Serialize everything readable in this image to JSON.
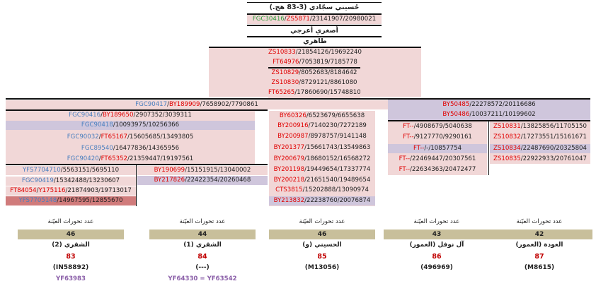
{
  "colors": {
    "pink": "#f1d7d7",
    "lavender": "#cfc6dc",
    "salmon": "#d07b7b",
    "band": "#c8bf9b",
    "green": "#2e9b3a",
    "red": "#e00000",
    "blue": "#4a7fbf",
    "purple": "#8a5ea8",
    "dark": "#222222",
    "darkred": "#c00000"
  },
  "top": {
    "title": "حُسيني سجّادي (3-83 هج.)",
    "snp1": [
      {
        "t": "FGC30416",
        "c": "green"
      },
      {
        "t": "/",
        "c": "dark"
      },
      {
        "t": "ZS5871",
        "c": "red"
      },
      {
        "t": "/23141907/20980021",
        "c": "dark"
      }
    ],
    "name2": "أصغري أعرجي",
    "name3": "طاهري",
    "rows": [
      [
        {
          "t": "ZS10833",
          "c": "red"
        },
        {
          "t": "/21854126/19692240",
          "c": "dark"
        }
      ],
      [
        {
          "t": "FT64976",
          "c": "red"
        },
        {
          "t": "/7053819/7185778",
          "c": "dark"
        }
      ],
      [
        {
          "t": "ZS10829",
          "c": "red"
        },
        {
          "t": "/8052683/8184642",
          "c": "dark"
        }
      ],
      [
        {
          "t": "ZS10830",
          "c": "red"
        },
        {
          "t": "/8729121/8861080",
          "c": "dark"
        }
      ],
      [
        {
          "t": "FT65265",
          "c": "red"
        },
        {
          "t": "/17860690/15748810",
          "c": "dark"
        }
      ]
    ]
  },
  "left_branch_header": [
    {
      "t": "FGC90417",
      "c": "blue"
    },
    {
      "t": "/",
      "c": "dark"
    },
    {
      "t": "BY189909",
      "c": "red"
    },
    {
      "t": "/7658902/7790861",
      "c": "dark"
    }
  ],
  "left_rows": [
    [
      {
        "t": "FGC90416",
        "c": "blue"
      },
      {
        "t": "/",
        "c": "dark"
      },
      {
        "t": "BY189650",
        "c": "red"
      },
      {
        "t": "/2907352/3039311",
        "c": "dark"
      }
    ],
    [
      {
        "t": "FGC90418",
        "c": "blue"
      },
      {
        "t": "/10093975/10256366",
        "c": "dark"
      }
    ],
    [
      {
        "t": "FGC90032",
        "c": "blue"
      },
      {
        "t": "/",
        "c": "dark"
      },
      {
        "t": "FT65167",
        "c": "red"
      },
      {
        "t": "/15605685/13493805",
        "c": "dark"
      }
    ],
    [
      {
        "t": "FGC89540",
        "c": "blue"
      },
      {
        "t": "/16477836/14365956",
        "c": "dark"
      }
    ],
    [
      {
        "t": "FGC90420",
        "c": "blue"
      },
      {
        "t": "/",
        "c": "dark"
      },
      {
        "t": "FT65352",
        "c": "red"
      },
      {
        "t": "/21359447/19197561",
        "c": "dark"
      }
    ]
  ],
  "col1_rows": [
    [
      {
        "t": "YFS7704710",
        "c": "blue"
      },
      {
        "t": "/5563151/5695110",
        "c": "dark"
      }
    ],
    [
      {
        "t": "FGC90419",
        "c": "blue"
      },
      {
        "t": "/15342488/13230607",
        "c": "dark"
      }
    ],
    [
      {
        "t": "FT84054",
        "c": "red"
      },
      {
        "t": "/",
        "c": "dark"
      },
      {
        "t": "Y175116",
        "c": "red"
      },
      {
        "t": "/21874903/19713017",
        "c": "dark"
      }
    ],
    [
      {
        "t": "YFS7705148",
        "c": "blue"
      },
      {
        "t": "/14967595/12855670",
        "c": "dark"
      }
    ]
  ],
  "col2_rows": [
    [
      {
        "t": "BY190699",
        "c": "red"
      },
      {
        "t": "/15151915/13040002",
        "c": "dark"
      }
    ],
    [
      {
        "t": "BY217826",
        "c": "red"
      },
      {
        "t": "/22422354/20260468",
        "c": "dark"
      }
    ]
  ],
  "col3_rows": [
    [
      {
        "t": "BY60326",
        "c": "red"
      },
      {
        "t": "/6523679/6655638",
        "c": "dark"
      }
    ],
    [
      {
        "t": "BY200916",
        "c": "red"
      },
      {
        "t": "/7140230/7272189",
        "c": "dark"
      }
    ],
    [
      {
        "t": "BY200987",
        "c": "red"
      },
      {
        "t": "/8978757/9141148",
        "c": "dark"
      }
    ],
    [
      {
        "t": "BY201377",
        "c": "red"
      },
      {
        "t": "/15661743/13549863",
        "c": "dark"
      }
    ],
    [
      {
        "t": "BY200679",
        "c": "red"
      },
      {
        "t": "/18680152/16568272",
        "c": "dark"
      }
    ],
    [
      {
        "t": "BY201198",
        "c": "red"
      },
      {
        "t": "/19449654/17337774",
        "c": "dark"
      }
    ],
    [
      {
        "t": "BY200218",
        "c": "red"
      },
      {
        "t": "/21651540/19489654",
        "c": "dark"
      }
    ],
    [
      {
        "t": "CTS3815",
        "c": "red"
      },
      {
        "t": "/15202888/13090974",
        "c": "dark"
      }
    ],
    [
      {
        "t": "BY213832",
        "c": "red"
      },
      {
        "t": "/22238760/20076874",
        "c": "dark"
      }
    ]
  ],
  "right_header_rows": [
    [
      {
        "t": "BY50485",
        "c": "red"
      },
      {
        "t": "/22278572/20116686",
        "c": "dark"
      }
    ],
    [
      {
        "t": "BY50486",
        "c": "red"
      },
      {
        "t": "/10037211/10199602",
        "c": "dark"
      }
    ]
  ],
  "col4_rows": [
    [
      {
        "t": "FT--",
        "c": "red"
      },
      {
        "t": "/4908679/5040638",
        "c": "dark"
      }
    ],
    [
      {
        "t": "FT--",
        "c": "red"
      },
      {
        "t": "/9127770/9290161",
        "c": "dark"
      }
    ],
    [
      {
        "t": "FT--",
        "c": "red"
      },
      {
        "t": "/-/10857754",
        "c": "dark"
      }
    ],
    [
      {
        "t": "FT--",
        "c": "red"
      },
      {
        "t": "/22469447/20307561",
        "c": "dark"
      }
    ],
    [
      {
        "t": "FT--",
        "c": "red"
      },
      {
        "t": "/22634363/20472477",
        "c": "dark"
      }
    ]
  ],
  "col5_rows": [
    [
      {
        "t": "ZS10831",
        "c": "red"
      },
      {
        "t": "/13825856/11705150",
        "c": "dark"
      }
    ],
    [
      {
        "t": "ZS10832",
        "c": "red"
      },
      {
        "t": "/17273551/15161671",
        "c": "dark"
      }
    ],
    [
      {
        "t": "ZS10834",
        "c": "red"
      },
      {
        "t": "/22487690/20325804",
        "c": "dark"
      }
    ],
    [
      {
        "t": "ZS10835",
        "c": "red"
      },
      {
        "t": "/22922933/20761047",
        "c": "dark"
      }
    ]
  ],
  "summary": [
    {
      "count_label": "عدد تحورات العيّنة",
      "count": "46",
      "name": "الشقري (2)",
      "num": "83",
      "kit": "(IN58892)",
      "extra": "YF63983"
    },
    {
      "count_label": "عدد تحورات العيّنة",
      "count": "44",
      "name": "الشقري (1)",
      "num": "84",
      "kit": "(---)",
      "extra": "YF64330 = YF63542"
    },
    {
      "count_label": "عدد تحورات العيّنة",
      "count": "46",
      "name": "الحسيني (و)",
      "num": "85",
      "kit": "(M13056)",
      "extra": ""
    },
    {
      "count_label": "عدد تحورات العيّنة",
      "count": "43",
      "name": "آل نوفل (العمور)",
      "num": "86",
      "kit": "(496969)",
      "extra": ""
    },
    {
      "count_label": "عدد تحورات العيّنة",
      "count": "42",
      "name": "العودة (العمور)",
      "num": "87",
      "kit": "(M8615)",
      "extra": ""
    }
  ]
}
